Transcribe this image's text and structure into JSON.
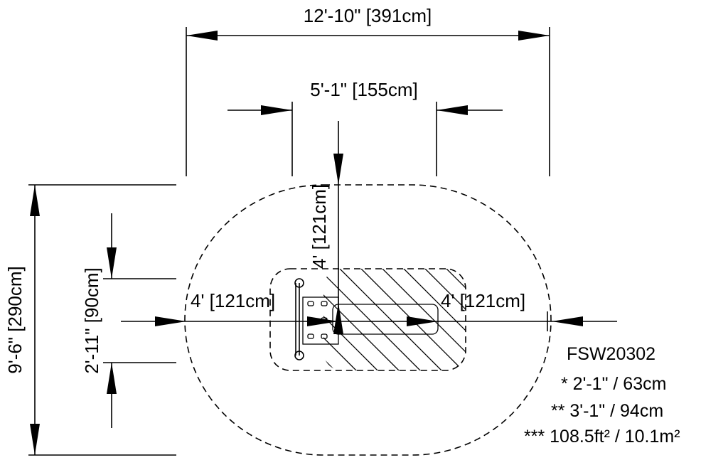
{
  "dimensions": {
    "overall_width": "12'-10\" [391cm]",
    "swing_width": "5'-1\" [155cm]",
    "overall_depth": "9'-6\" [290cm]",
    "seat_depth": "2'-11\" [90cm]",
    "left_clearance": "4' [121cm]",
    "right_clearance": "4' [121cm]",
    "top_clearance": "4' [121cm]"
  },
  "notes": {
    "model": "FSW20302",
    "line1": "* 2'-1\" / 63cm",
    "line2": "** 3'-1\" / 94cm",
    "line3": "*** 108.5ft² / 10.1m²"
  }
}
